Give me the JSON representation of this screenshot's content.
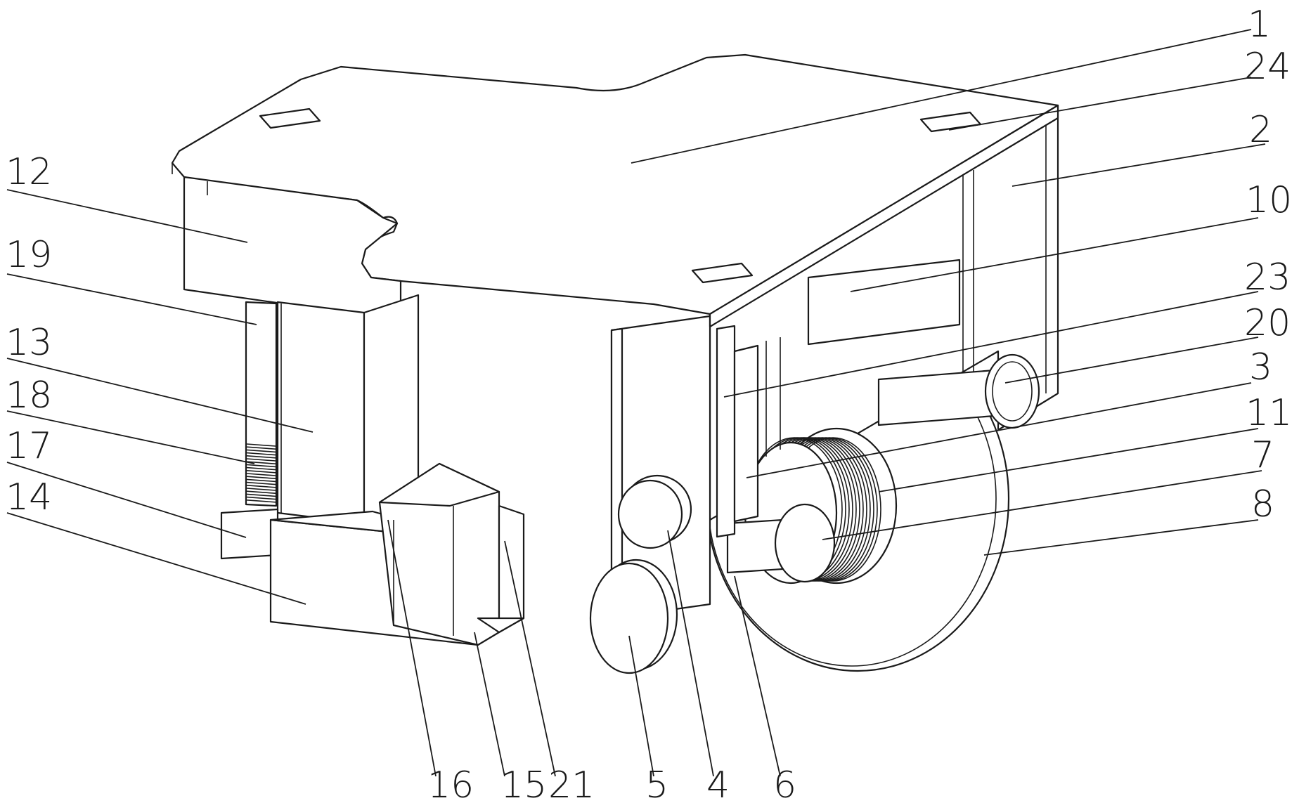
{
  "figure": {
    "labels": [
      {
        "id": "p1",
        "text": "1"
      },
      {
        "id": "p24",
        "text": "24"
      },
      {
        "id": "p2",
        "text": "2"
      },
      {
        "id": "p10",
        "text": "10"
      },
      {
        "id": "p23",
        "text": "23"
      },
      {
        "id": "p20",
        "text": "20"
      },
      {
        "id": "p3",
        "text": "3"
      },
      {
        "id": "p11",
        "text": "11"
      },
      {
        "id": "p7",
        "text": "7"
      },
      {
        "id": "p8",
        "text": "8"
      },
      {
        "id": "p12",
        "text": "12"
      },
      {
        "id": "p19",
        "text": "19"
      },
      {
        "id": "p13",
        "text": "13"
      },
      {
        "id": "p18",
        "text": "18"
      },
      {
        "id": "p17",
        "text": "17"
      },
      {
        "id": "p14",
        "text": "14"
      },
      {
        "id": "p16",
        "text": "16"
      },
      {
        "id": "p15",
        "text": "15"
      },
      {
        "id": "p21",
        "text": "21"
      },
      {
        "id": "p5",
        "text": "5"
      },
      {
        "id": "p4",
        "text": "4"
      },
      {
        "id": "p6",
        "text": "6"
      }
    ]
  }
}
